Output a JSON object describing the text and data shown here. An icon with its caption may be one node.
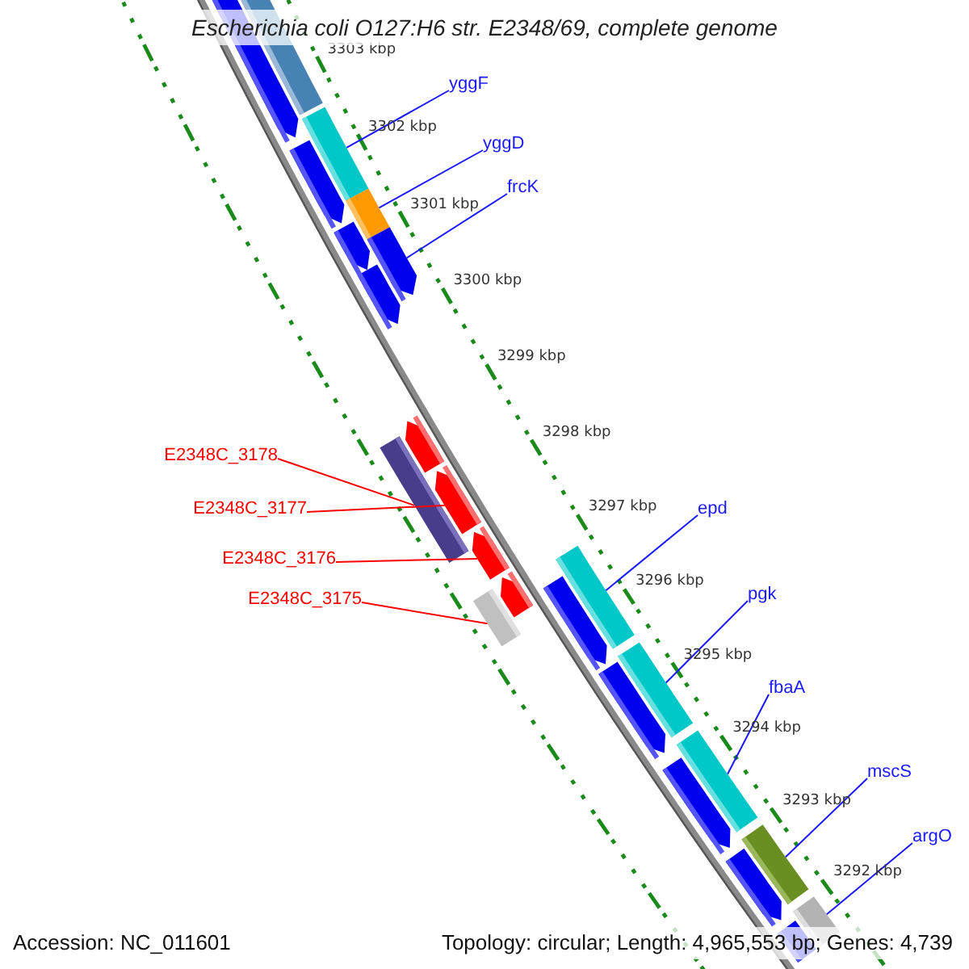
{
  "diagram": {
    "title": "Escherichia coli O127:H6 str. E2348/69, complete genome",
    "nodes": [
      {
        "text": [
          "yggF"
        ]
      },
      {
        "text": [],
        "shape": "bar"
      },
      {
        "text": [
          "yggD"
        ]
      },
      {
        "text": [],
        "shape": "bar"
      },
      {
        "text": [
          "frcK"
        ]
      },
      {
        "text": [],
        "shape": "bar"
      },
      {
        "text": [
          "E2348C_3178"
        ]
      },
      {
        "text": [],
        "shape": "bar"
      },
      {
        "text": [
          "E2348C_3177"
        ]
      },
      {
        "text": [],
        "shape": "bar"
      },
      {
        "text": [
          "E2348C_3176"
        ]
      },
      {
        "text": [],
        "shape": "bar"
      },
      {
        "text": [
          "E2348C_3175"
        ]
      },
      {
        "text": [],
        "shape": "bar"
      },
      {
        "text": [
          "epd"
        ]
      },
      {
        "text": [],
        "shape": "bar"
      },
      {
        "text": [
          "pgk"
        ]
      },
      {
        "text": [],
        "shape": "bar"
      },
      {
        "text": [
          "fbaA"
        ]
      },
      {
        "text": [],
        "shape": "bar"
      },
      {
        "text": [
          "mscS"
        ]
      },
      {
        "text": [],
        "shape": "bar"
      },
      {
        "text": [
          "argO"
        ]
      },
      {
        "text": [],
        "shape": "bar"
      }
    ],
    "edges": [
      {
        "from": 0,
        "to": 1,
        "arrow": "none"
      },
      {
        "from": 2,
        "to": 3,
        "arrow": "none"
      },
      {
        "from": 4,
        "to": 5,
        "arrow": "none"
      },
      {
        "from": 6,
        "to": 7,
        "arrow": "none",
        "color": "#ff0000"
      },
      {
        "from": 8,
        "to": 9,
        "arrow": "none",
        "color": "#ff0000"
      },
      {
        "from": 10,
        "to": 11,
        "arrow": "none",
        "color": "#ff0000"
      },
      {
        "from": 12,
        "to": 13,
        "arrow": "none",
        "color": "#ff0000"
      },
      {
        "from": 14,
        "to": 15,
        "arrow": "none"
      },
      {
        "from": 16,
        "to": 17,
        "arrow": "none"
      },
      {
        "from": 18,
        "to": 19,
        "arrow": "none"
      },
      {
        "from": 20,
        "to": 21,
        "arrow": "none"
      },
      {
        "from": 22,
        "to": 23,
        "arrow": "none"
      }
    ],
    "labels": [
      "3303 kbp",
      "3302 kbp",
      "3301 kbp",
      "3300 kbp",
      "3299 kbp",
      "3298 kbp",
      "3297 kbp",
      "3296 kbp",
      "3295 kbp",
      "3294 kbp",
      "3293 kbp",
      "3292 kbp",
      "Accession: NC_011601",
      "Topology: circular; Length: 4,965,553 bp; Genes: 4,739"
    ]
  }
}
